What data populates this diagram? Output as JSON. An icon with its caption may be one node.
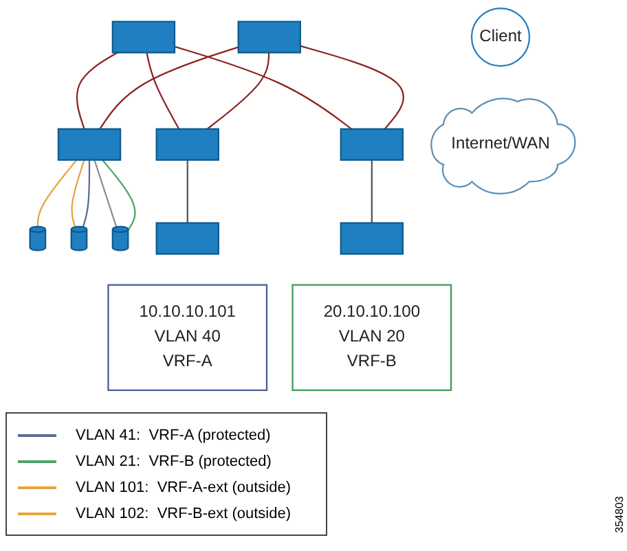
{
  "diagram": {
    "nodes": [
      {
        "text": [],
        "shape": "box"
      },
      {
        "text": [],
        "shape": "box"
      },
      {
        "text": [],
        "shape": "box"
      },
      {
        "text": [],
        "shape": "box"
      },
      {
        "text": [],
        "shape": "box"
      },
      {
        "text": [],
        "shape": "cylinder"
      },
      {
        "text": [
          "Internet/WAN"
        ]
      },
      {
        "text": [
          "Client"
        ]
      },
      {
        "text": [],
        "shape": "cylinder"
      },
      {
        "text": [],
        "shape": "cylinder"
      },
      {
        "text": [],
        "shape": "box"
      },
      {
        "text": [],
        "shape": "box"
      },
      {
        "text": [
          "10.10.10.101",
          "VLAN 40",
          "VRF-A"
        ]
      },
      {
        "text": [
          "20.10.10.100",
          "VLAN 20",
          "VRF-B"
        ]
      }
    ],
    "edges": [
      {
        "from": 0,
        "to": 2,
        "arrow": "none"
      },
      {
        "from": 0,
        "to": 3,
        "arrow": "none"
      },
      {
        "from": 0,
        "to": 4,
        "arrow": "none"
      },
      {
        "from": 1,
        "to": 2,
        "arrow": "none"
      },
      {
        "from": 1,
        "to": 3,
        "arrow": "none"
      },
      {
        "from": 1,
        "to": 4,
        "arrow": "none"
      },
      {
        "from": 2,
        "to": 5,
        "arrow": "none",
        "color": "#e8a33c"
      },
      {
        "from": 2,
        "to": 8,
        "arrow": "none",
        "color": "#e8a33c"
      },
      {
        "from": 2,
        "to": 8,
        "arrow": "none",
        "color": "#5b6a9a"
      },
      {
        "from": 2,
        "to": 9,
        "arrow": "none",
        "color": "#8a8f99"
      },
      {
        "from": 2,
        "to": 9,
        "arrow": "none",
        "color": "#4ea36a"
      },
      {
        "from": 3,
        "to": 10,
        "arrow": "none",
        "color": "#555555"
      },
      {
        "from": 4,
        "to": 11,
        "arrow": "none",
        "color": "#555555"
      }
    ],
    "labels": [
      "354803"
    ],
    "legend": [
      {
        "text": "VLAN 41:  VRF-A (protected)"
      },
      {
        "text": "VLAN 21:  VRF-B (protected)"
      },
      {
        "text": "VLAN 101:  VRF-A-ext (outside)"
      },
      {
        "text": "VLAN 102:  VRF-B-ext (outside)"
      }
    ]
  }
}
